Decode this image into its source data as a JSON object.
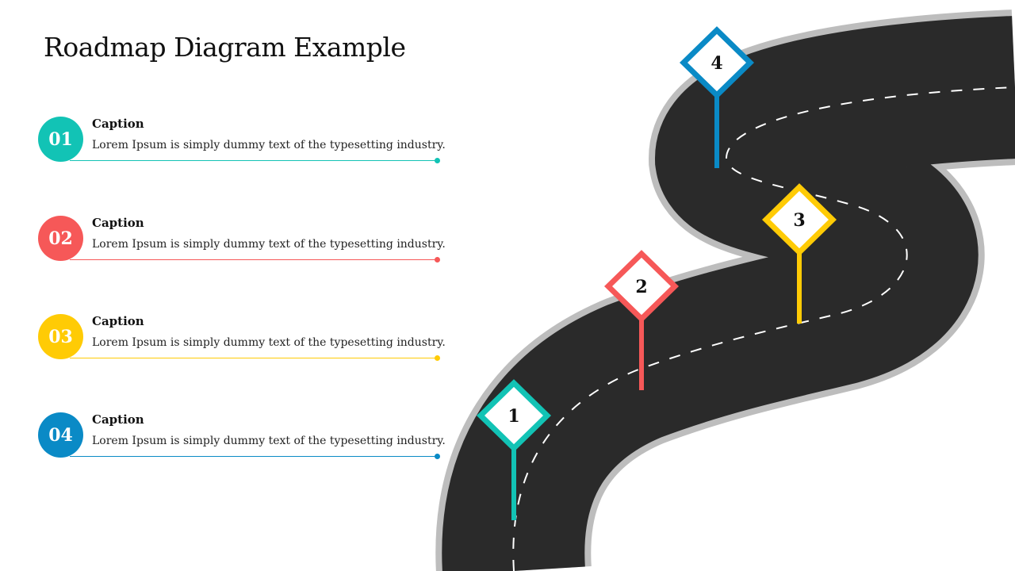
{
  "title": "Roadmap Diagram Example",
  "items": [
    {
      "number": "01",
      "caption": "Caption",
      "text": "Lorem Ipsum is simply dummy text of the typesetting industry.",
      "color": "#12C3B5"
    },
    {
      "number": "02",
      "caption": "Caption",
      "text": "Lorem Ipsum is simply dummy text of the typesetting industry.",
      "color": "#F65858"
    },
    {
      "number": "03",
      "caption": "Caption",
      "text": "Lorem Ipsum is simply dummy text of the typesetting industry.",
      "color": "#FFCB05"
    },
    {
      "number": "04",
      "caption": "Caption",
      "text": "Lorem Ipsum is simply dummy text of the typesetting industry.",
      "color": "#0A8AC6"
    }
  ],
  "markers": [
    {
      "label": "1",
      "color": "#12C3B5"
    },
    {
      "label": "2",
      "color": "#F65858"
    },
    {
      "label": "3",
      "color": "#FFCB05"
    },
    {
      "label": "4",
      "color": "#0A8AC6"
    }
  ],
  "road": {
    "asphalt_color": "#2A2A2A",
    "edge_color": "#BDBDBD",
    "dash_color": "#FFFFFF"
  }
}
